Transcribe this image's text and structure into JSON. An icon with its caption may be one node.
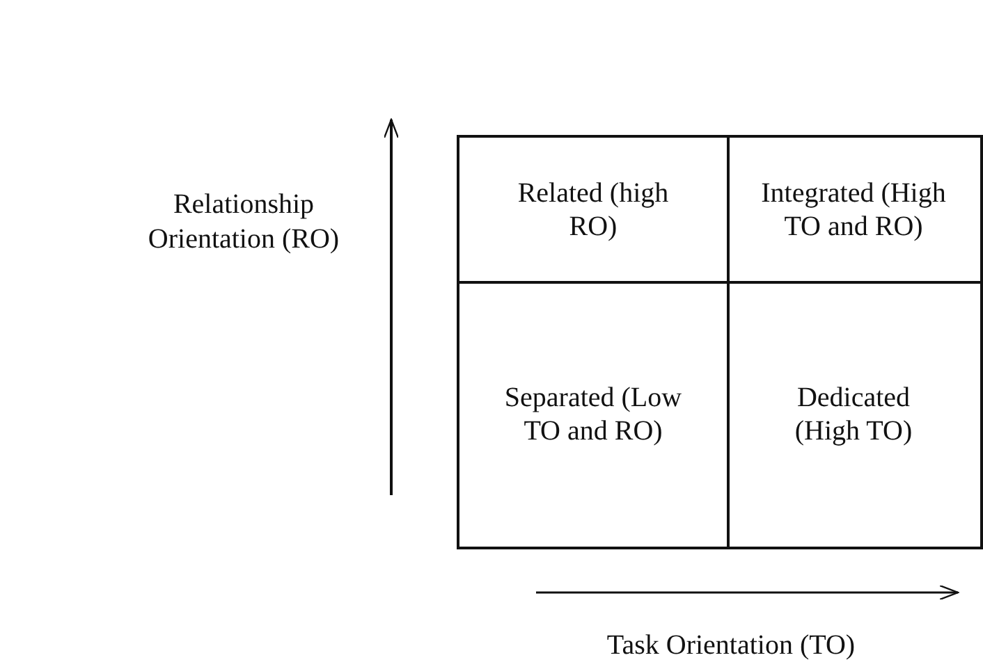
{
  "diagram": {
    "nodes": [
      {
        "text": [
          "Related (high RO)"
        ]
      },
      {
        "text": [
          "Integrated (High TO and RO)"
        ]
      },
      {
        "text": [
          "Separated (Low TO and RO)"
        ]
      },
      {
        "text": [
          "Dedicated (High TO)"
        ]
      }
    ],
    "edges": [],
    "labels": [
      "Relationship Orientation (RO)",
      "Task Orientation (TO)"
    ]
  }
}
